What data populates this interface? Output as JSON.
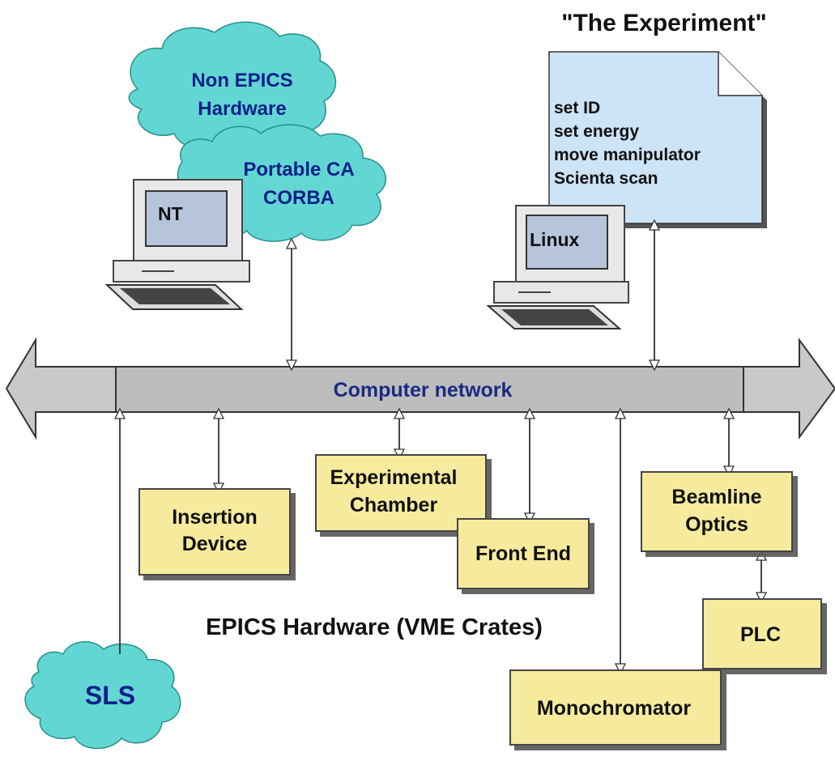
{
  "title": "\"The Experiment\"",
  "experiment_note": {
    "lines": [
      "set ID",
      "set energy",
      "move manipulator",
      "Scienta scan"
    ]
  },
  "clouds": {
    "non_epics": [
      "Non EPICS",
      "Hardware"
    ],
    "portable_ca": [
      "Portable CA",
      "CORBA"
    ],
    "sls": "SLS"
  },
  "computers": {
    "nt": "NT",
    "linux": "Linux"
  },
  "network": {
    "label": "Computer network"
  },
  "boxes": {
    "insertion_device": [
      "Insertion",
      "Device"
    ],
    "experimental_chamber": [
      "Experimental",
      "Chamber"
    ],
    "front_end": "Front End",
    "beamline_optics": [
      "Beamline",
      "Optics"
    ],
    "plc": "PLC",
    "monochromator": "Monochromator"
  },
  "epics_label": "EPICS Hardware (VME Crates)",
  "colors": {
    "cloud": "#62d6d3",
    "box": "#f6eb9d",
    "note": "#cde3f6",
    "network": "#c9c9c9",
    "monitor_screen": "#b6c5dc"
  }
}
